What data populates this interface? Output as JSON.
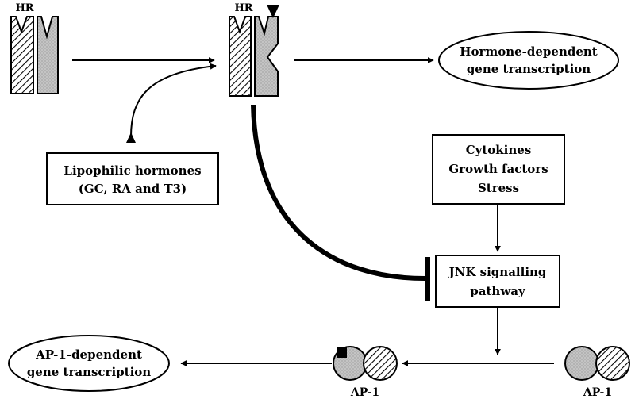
{
  "receptor_unbound": {
    "label": "HR"
  },
  "receptor_bound": {
    "label": "HR"
  },
  "hormone_box": {
    "lines": [
      "Lipophilic hormones",
      "(GC, RA and T3)"
    ]
  },
  "hormone_transcription": {
    "lines": [
      "Hormone-dependent",
      "gene transcription"
    ]
  },
  "stimuli_box": {
    "lines": [
      "Cytokines",
      "Growth factors",
      "Stress"
    ]
  },
  "jnk_box": {
    "lines": [
      "JNK signalling",
      "pathway"
    ]
  },
  "ap1_active": {
    "label": "AP-1"
  },
  "ap1_inactive": {
    "label": "AP-1"
  },
  "ap1_transcription": {
    "lines": [
      "AP-1-dependent",
      "gene transcription"
    ]
  }
}
